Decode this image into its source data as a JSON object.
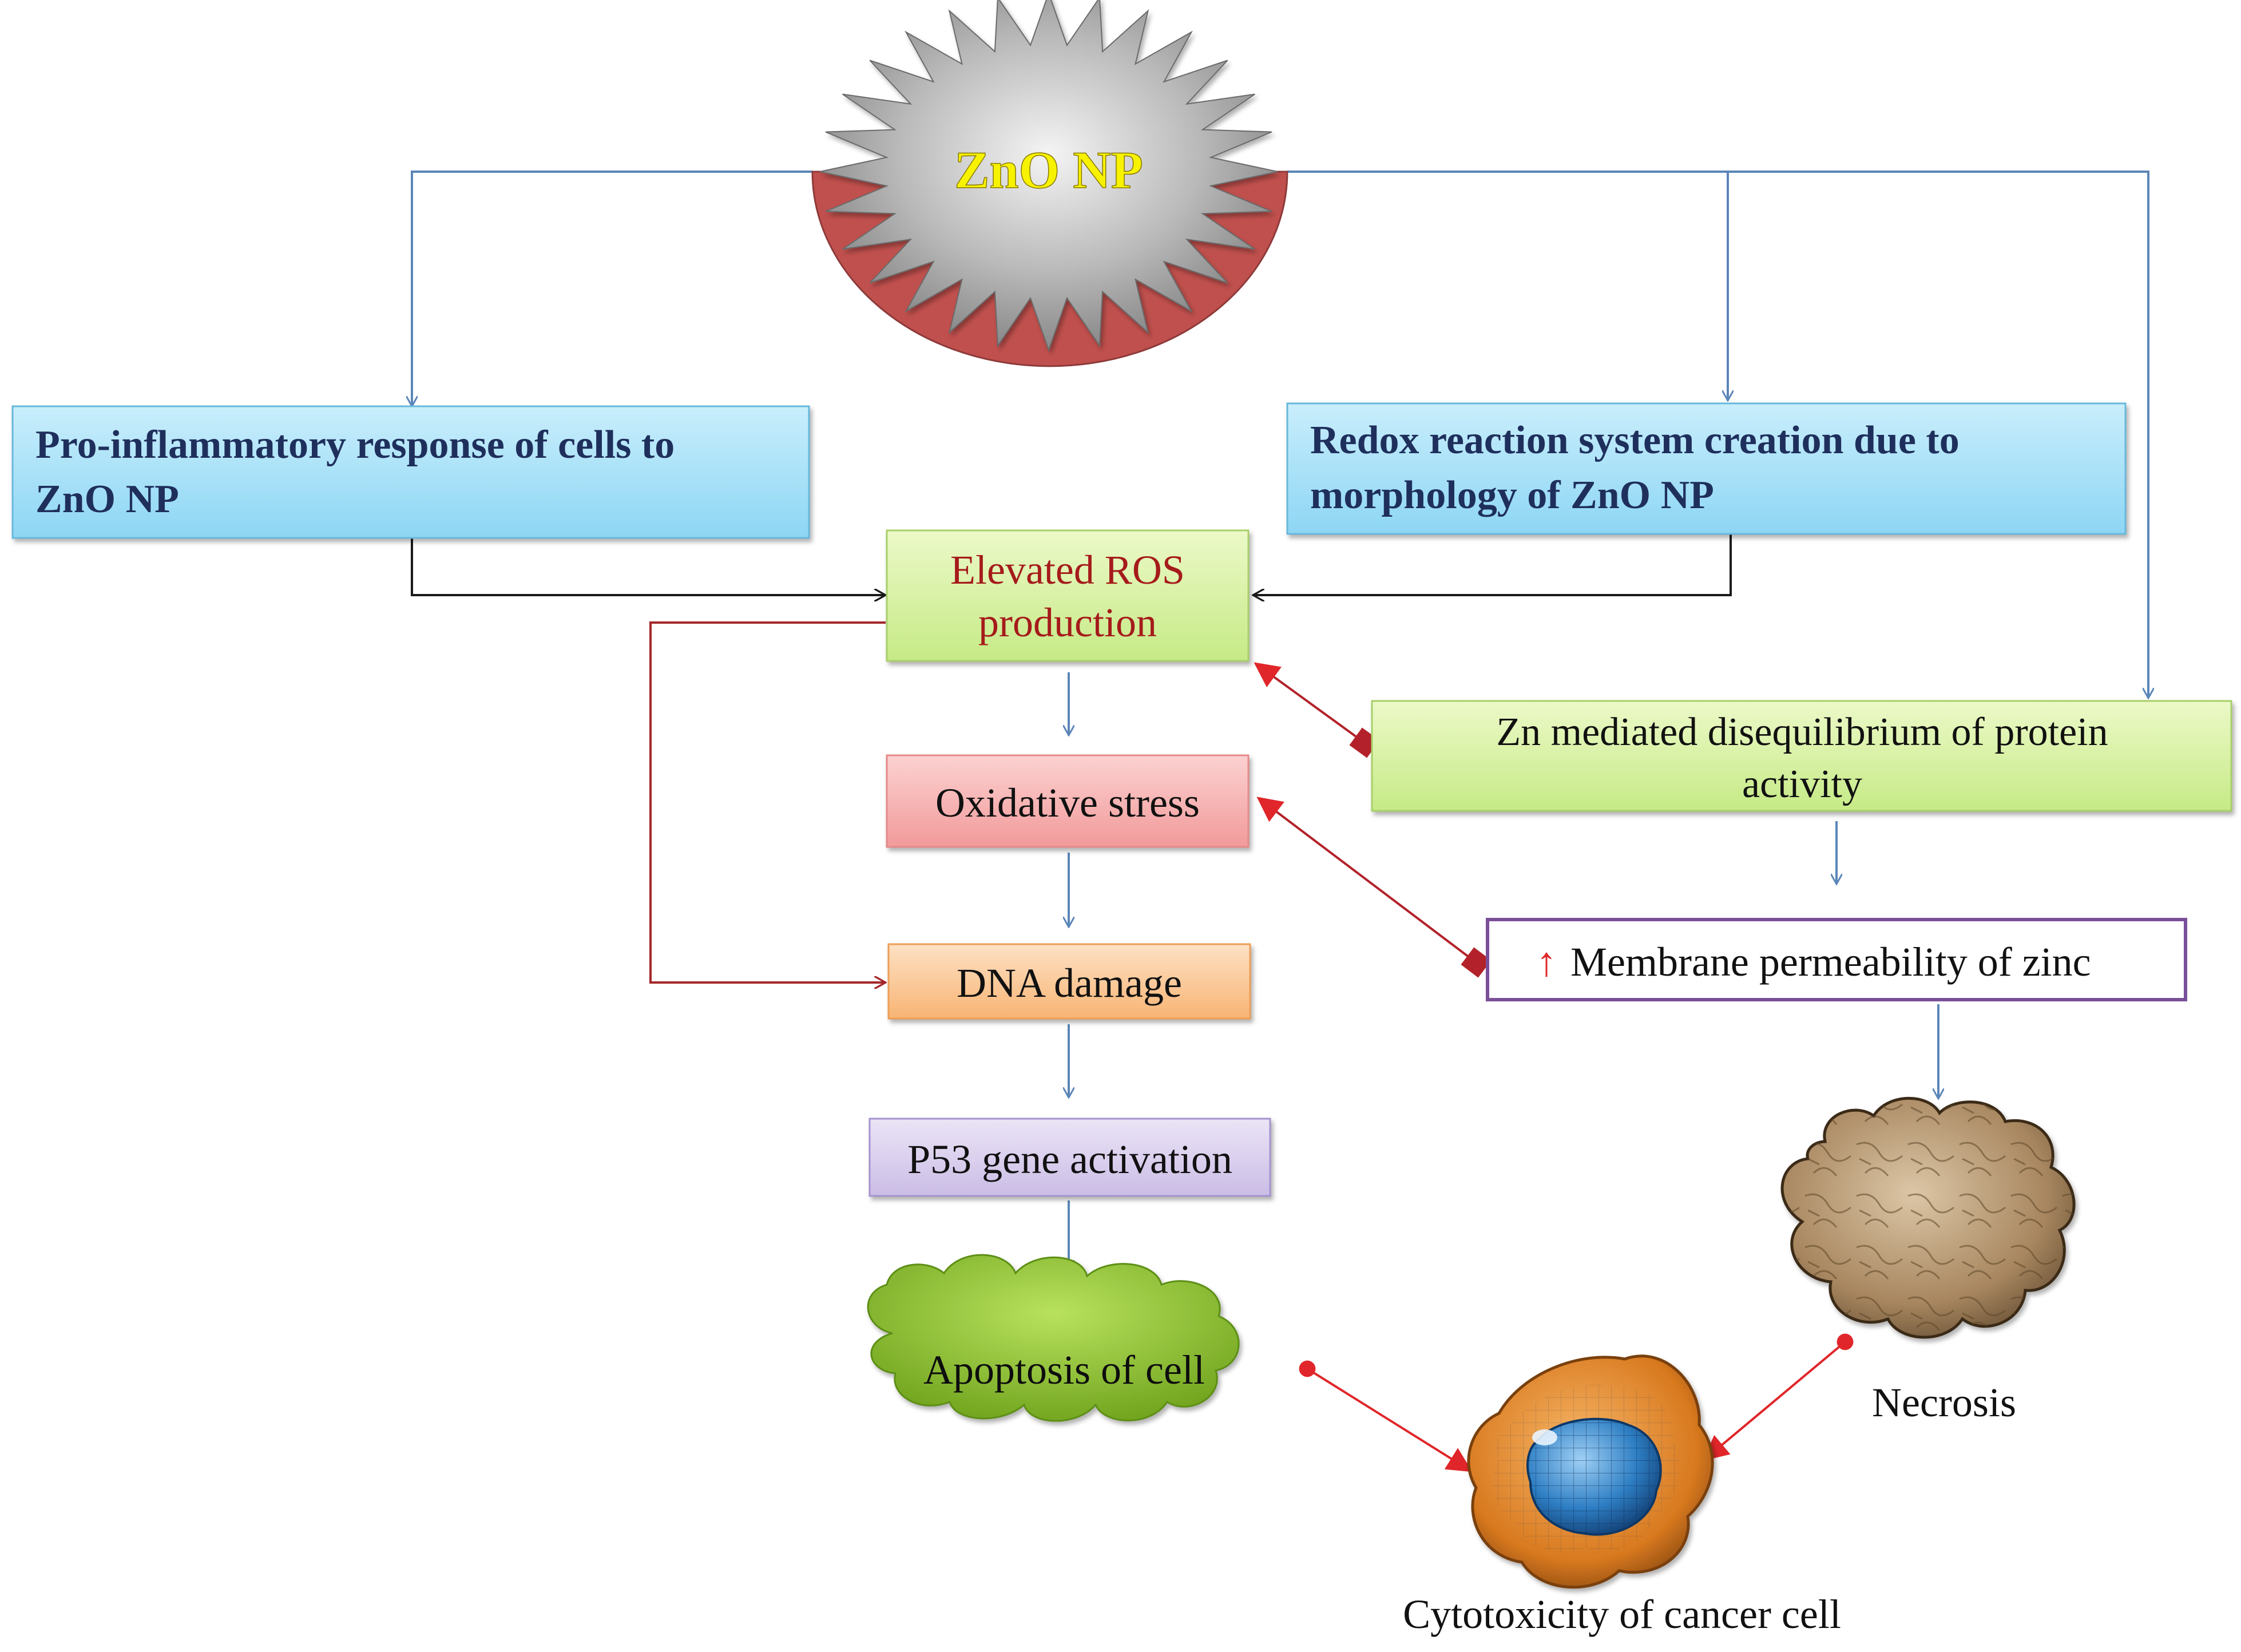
{
  "diagram": {
    "source_node": {
      "label": "ZnO NP"
    },
    "nodes": {
      "pro_inflammatory": {
        "line1": "Pro-inflammatory response of cells to",
        "line2": "ZnO NP"
      },
      "redox": {
        "line1": "Redox reaction system creation due to",
        "line2": "morphology of ZnO NP"
      },
      "ros": {
        "line1": "Elevated ROS",
        "line2": "production"
      },
      "zn_disequilibrium": {
        "line1": "Zn mediated disequilibrium of protein",
        "line2": "activity"
      },
      "oxidative_stress": {
        "label": "Oxidative stress"
      },
      "membrane_permeability": {
        "arrow": "↑",
        "label": "Membrane permeability of zinc"
      },
      "dna_damage": {
        "label": "DNA damage"
      },
      "p53": {
        "label": "P53 gene activation"
      },
      "apoptosis": {
        "label": "Apoptosis of cell"
      },
      "necrosis": {
        "label": "Necrosis"
      },
      "cytotoxicity": {
        "label": "Cytotoxicity of cancer cell"
      }
    },
    "colors": {
      "connector_blue": "#5b86b8",
      "connector_black": "#1a1a1a",
      "connector_darkred": "#a3262a",
      "connector_red": "#e0262a",
      "title_yellow": "#f7f200",
      "heading_navy": "#1f2f5c"
    }
  }
}
